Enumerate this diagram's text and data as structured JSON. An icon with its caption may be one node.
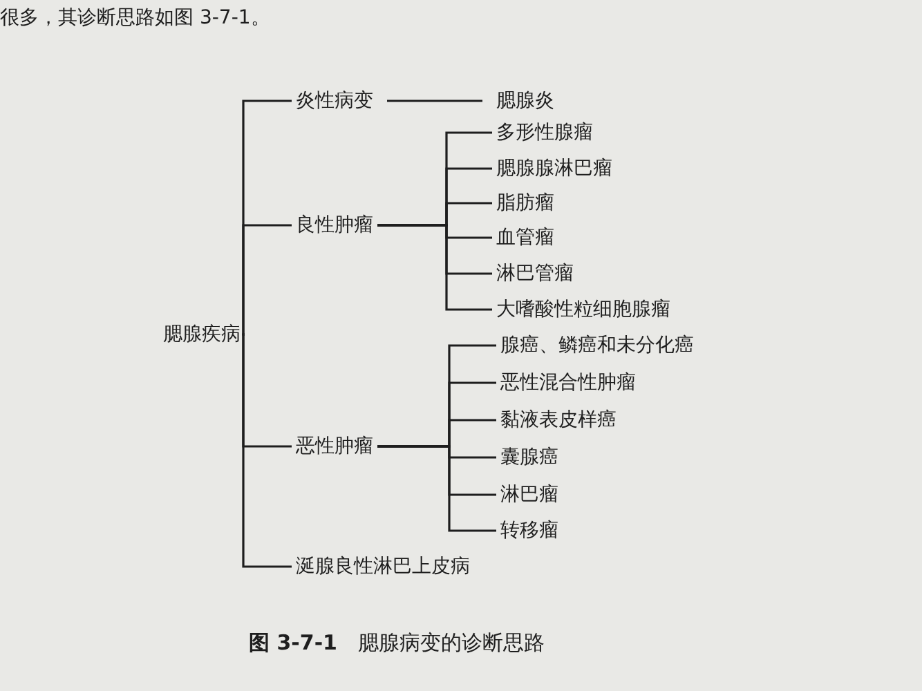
{
  "diagram": {
    "caption": "**图 3-7-1**　腮腺病变的诊断思路",
    "nodes": [
      {
        "text": [
          "腮腺疾病"
        ]
      },
      {
        "text": [
          "炎性病变"
        ]
      },
      {
        "text": [
          "腮腺炎"
        ]
      },
      {
        "text": [
          "良性肿瘤"
        ]
      },
      {
        "text": [
          "多形性腺瘤"
        ]
      },
      {
        "text": [
          "腮腺腺淋巴瘤"
        ]
      },
      {
        "text": [
          "脂肪瘤"
        ]
      },
      {
        "text": [
          "血管瘤"
        ]
      },
      {
        "text": [
          "淋巴管瘤"
        ]
      },
      {
        "text": [
          "大嗜酸性粒细胞腺瘤"
        ]
      },
      {
        "text": [
          "恶性肿瘤"
        ]
      },
      {
        "text": [
          "腺癌、鳞癌和未分化癌"
        ]
      },
      {
        "text": [
          "恶性混合性肿瘤"
        ]
      },
      {
        "text": [
          "黏液表皮样癌"
        ]
      },
      {
        "text": [
          "囊腺癌"
        ]
      },
      {
        "text": [
          "淋巴瘤"
        ]
      },
      {
        "text": [
          "转移瘤"
        ]
      },
      {
        "text": [
          "涎腺良性淋巴上皮病"
        ]
      }
    ],
    "edges": [
      {
        "from": 0,
        "to": 1,
        "arrow": "none"
      },
      {
        "from": 0,
        "to": 3,
        "arrow": "none"
      },
      {
        "from": 0,
        "to": 10,
        "arrow": "none"
      },
      {
        "from": 0,
        "to": 17,
        "arrow": "none"
      },
      {
        "from": 1,
        "to": 2,
        "arrow": "none"
      },
      {
        "from": 3,
        "to": 4,
        "arrow": "none"
      },
      {
        "from": 3,
        "to": 5,
        "arrow": "none"
      },
      {
        "from": 3,
        "to": 6,
        "arrow": "none"
      },
      {
        "from": 3,
        "to": 7,
        "arrow": "none"
      },
      {
        "from": 3,
        "to": 8,
        "arrow": "none"
      },
      {
        "from": 3,
        "to": 9,
        "arrow": "none"
      },
      {
        "from": 10,
        "to": 11,
        "arrow": "none"
      },
      {
        "from": 10,
        "to": 12,
        "arrow": "none"
      },
      {
        "from": 10,
        "to": 13,
        "arrow": "none"
      },
      {
        "from": 10,
        "to": 14,
        "arrow": "none"
      },
      {
        "from": 10,
        "to": 15,
        "arrow": "none"
      },
      {
        "from": 10,
        "to": 16,
        "arrow": "none"
      }
    ],
    "labels": [
      "很多，其诊断思路如图 3-7-1。"
    ]
  }
}
